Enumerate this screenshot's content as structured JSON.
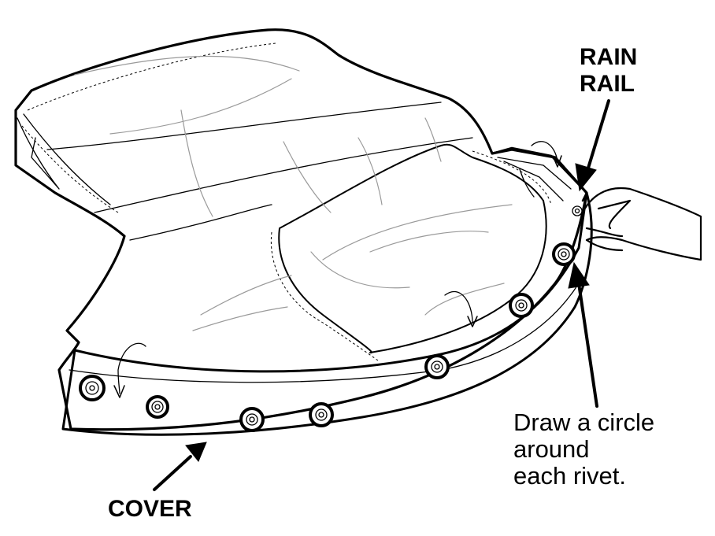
{
  "labels": {
    "rain_rail_line1": "RAIN",
    "rain_rail_line2": "RAIL",
    "cover": "COVER",
    "instruction_line1": "Draw a circle",
    "instruction_line2": "around",
    "instruction_line3": "each rivet."
  },
  "colors": {
    "ink": "#000000",
    "background": "#ffffff",
    "contour": "#9a9a9a"
  }
}
